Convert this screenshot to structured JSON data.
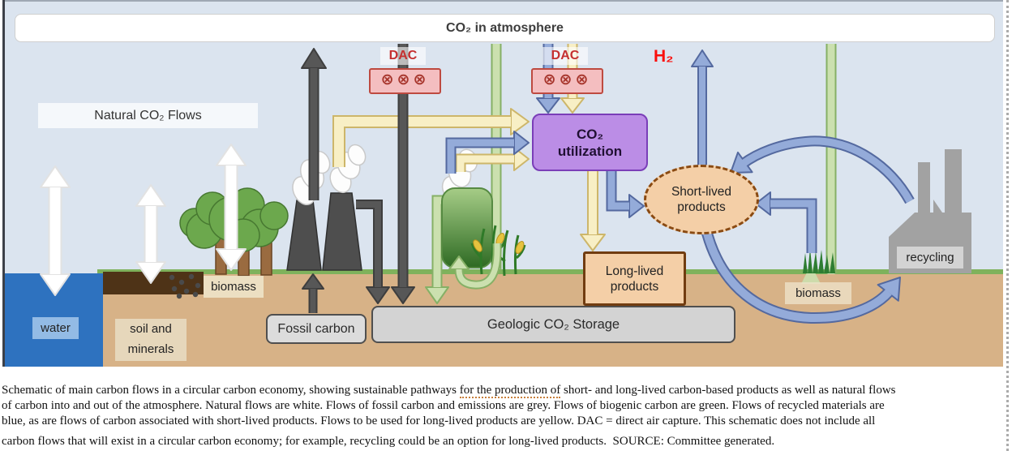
{
  "figure": {
    "atmosphere_banner": "CO₂ in atmosphere",
    "natural_flows_label": "Natural CO₂ Flows",
    "dac_left_label": "DAC",
    "dac_right_label": "DAC",
    "dac_fan_symbols": "⊗⊗⊗",
    "h2_label": "H₂",
    "co2_utilization_line1": "CO₂",
    "co2_utilization_line2": "utilization",
    "short_lived_line1": "Short-lived",
    "short_lived_line2": "products",
    "long_lived_line1": "Long-lived",
    "long_lived_line2": "products",
    "geologic_storage_label": "Geologic CO₂ Storage",
    "fossil_carbon_label": "Fossil carbon",
    "water_label": "water",
    "soil_label_line1": "soil and",
    "soil_label_line2": "minerals",
    "biomass_left_label": "biomass",
    "biomass_right_label": "biomass",
    "recycling_label": "recycling"
  },
  "flow_legend": {
    "natural": "white",
    "fossil_and_emissions": "grey",
    "biogenic": "green",
    "recycled_and_short_lived": "blue",
    "long_lived": "yellow"
  },
  "palette": {
    "sky": "#DBE4EF",
    "ground": "#D7B287",
    "water": "#2E72BF",
    "soil": "#4E3317",
    "grass": "#7FB25C",
    "flow_natural_fill": "#FFFFFF",
    "flow_natural_border": "#E2E2E2",
    "flow_fossil_fill": "#575757",
    "flow_fossil_border": "#3E3E3E",
    "flow_biogenic_fill": "#CBE0AF",
    "flow_biogenic_border": "#86B066",
    "flow_recycled_fill": "#94ABD9",
    "flow_recycled_border": "#54699F",
    "flow_longlived_fill": "#F8EFC5",
    "flow_longlived_border": "#CDB66A",
    "dac_fill": "#F4BEC0",
    "dac_border": "#BE4A40",
    "dac_text": "#C53030",
    "utilization_fill": "#BB8DE6",
    "utilization_border": "#7A3EB8",
    "products_fill": "#F4CFA7",
    "products_border": "#713C10",
    "storage_fill": "#D3D3D3",
    "storage_border": "#4F4F4F",
    "h2_red": "#FA0F0C",
    "factory_dark": "#4E4E4E",
    "factory_light": "#A2A2A2"
  },
  "caption": {
    "line1_pre": "Schematic of main carbon flows in a circular carbon economy, showing sustainable pathways ",
    "line1_underlined": "for the production of",
    "line1_post": " short- and long-lived carbon-based products as well as natural flows",
    "line2": "of carbon into and out of the atmosphere. Natural flows are white. Flows of fossil carbon and emissions are grey. Flows of biogenic carbon are green. Flows of recycled materials are",
    "line3": "blue, as are flows of carbon associated with short-lived products. Flows to be used for long-lived products are yellow. DAC = direct air capture. This schematic does not include all",
    "line4": "carbon flows that will exist in a circular carbon economy; for example, recycling could be an option for long-lived products.  SOURCE: Committee generated."
  }
}
